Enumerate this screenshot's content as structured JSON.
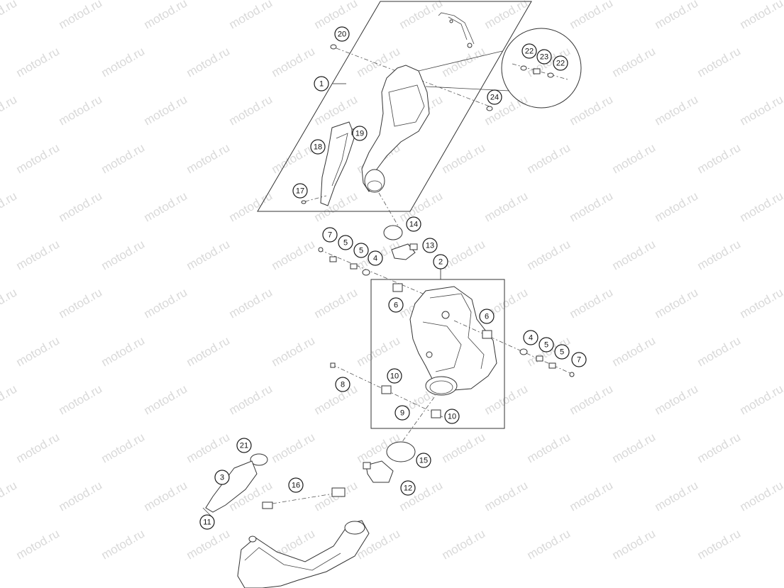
{
  "watermark": {
    "text": "motod.ru"
  },
  "callouts": [
    {
      "id": "c20a",
      "label": "20"
    },
    {
      "id": "c1",
      "label": "1"
    },
    {
      "id": "c22a",
      "label": "22"
    },
    {
      "id": "c23",
      "label": "23"
    },
    {
      "id": "c22b",
      "label": "22"
    },
    {
      "id": "c24",
      "label": "24"
    },
    {
      "id": "c19",
      "label": "19"
    },
    {
      "id": "c18",
      "label": "18"
    },
    {
      "id": "c17",
      "label": "17"
    },
    {
      "id": "c14",
      "label": "14"
    },
    {
      "id": "c13",
      "label": "13"
    },
    {
      "id": "c7a",
      "label": "7"
    },
    {
      "id": "c5a",
      "label": "5"
    },
    {
      "id": "c5b",
      "label": "5"
    },
    {
      "id": "c4a",
      "label": "4"
    },
    {
      "id": "c2",
      "label": "2"
    },
    {
      "id": "c6a",
      "label": "6"
    },
    {
      "id": "c6b",
      "label": "6"
    },
    {
      "id": "c4b",
      "label": "4"
    },
    {
      "id": "c5c",
      "label": "5"
    },
    {
      "id": "c5d",
      "label": "5"
    },
    {
      "id": "c7b",
      "label": "7"
    },
    {
      "id": "c10a",
      "label": "10"
    },
    {
      "id": "c8",
      "label": "8"
    },
    {
      "id": "c9",
      "label": "9"
    },
    {
      "id": "c10b",
      "label": "10"
    },
    {
      "id": "c21",
      "label": "21"
    },
    {
      "id": "c15",
      "label": "15"
    },
    {
      "id": "c3",
      "label": "3"
    },
    {
      "id": "c16",
      "label": "16"
    },
    {
      "id": "c12",
      "label": "12"
    },
    {
      "id": "c11",
      "label": "11"
    }
  ]
}
